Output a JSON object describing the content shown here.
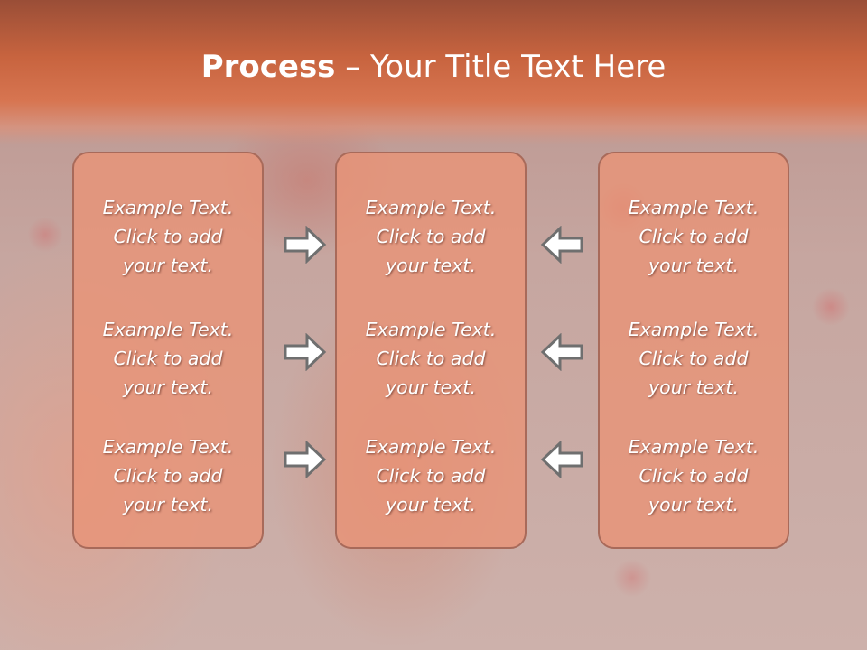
{
  "slide": {
    "title_bold": "Process",
    "title_rest": " – Your Title Text Here"
  },
  "columns": [
    {
      "items": [
        {
          "line1": "Example Text.",
          "line2": "Click  to add",
          "line3": "your text."
        },
        {
          "line1": "Example Text.",
          "line2": "Click  to add",
          "line3": "your text."
        },
        {
          "line1": "Example Text.",
          "line2": "Click  to add",
          "line3": "your text."
        }
      ]
    },
    {
      "items": [
        {
          "line1": "Example Text.",
          "line2": "Click  to add",
          "line3": "your text."
        },
        {
          "line1": "Example Text.",
          "line2": "Click  to add",
          "line3": "your text."
        },
        {
          "line1": "Example Text.",
          "line2": "Click  to add",
          "line3": "your text."
        }
      ]
    },
    {
      "items": [
        {
          "line1": "Example Text.",
          "line2": "Click  to add",
          "line3": "your text."
        },
        {
          "line1": "Example Text.",
          "line2": "Click  to add",
          "line3": "your text."
        },
        {
          "line1": "Example Text.",
          "line2": "Click  to add",
          "line3": "your text."
        }
      ]
    }
  ],
  "icons": {
    "left_arrows": "arrow-right-icon",
    "right_arrows": "arrow-left-icon"
  },
  "colors": {
    "header": "#c8643f",
    "box_fill": "#e89478",
    "box_border": "#a86a5a",
    "arrow_fill": "#ffffff",
    "arrow_stroke": "#6f6f6f"
  }
}
